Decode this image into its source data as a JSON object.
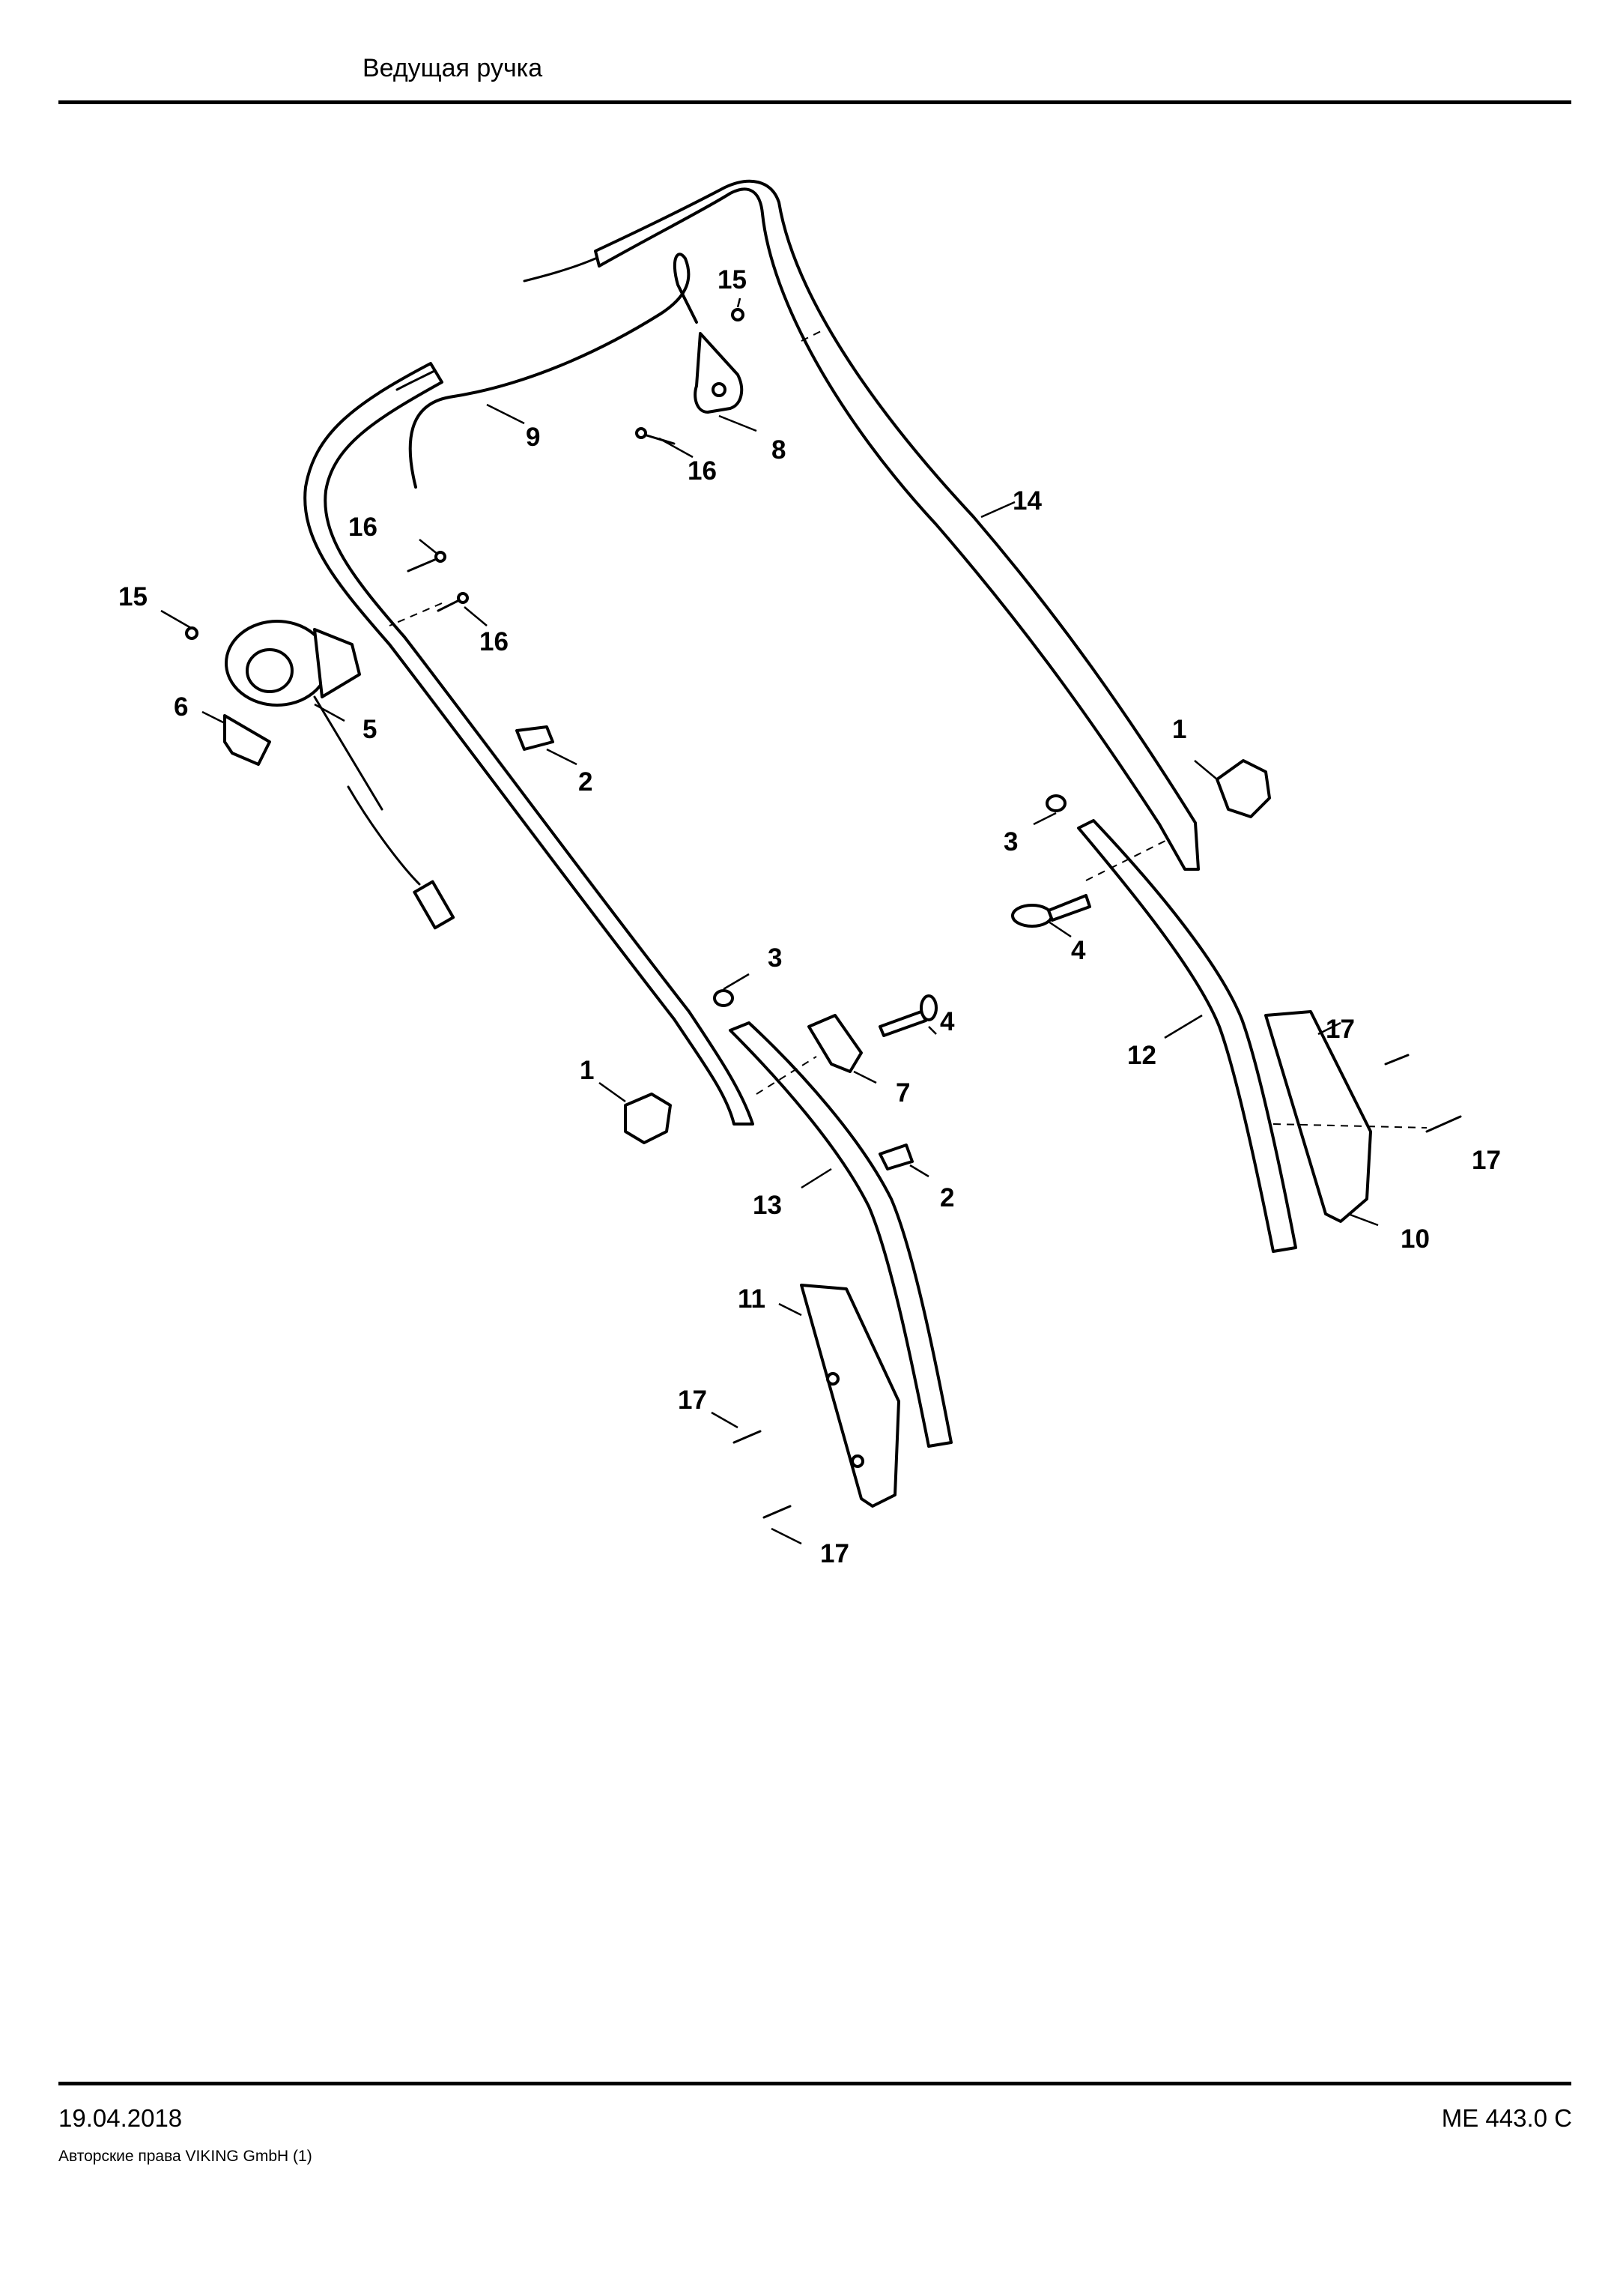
{
  "header": {
    "title": "Ведущая ручка"
  },
  "footer": {
    "date": "19.04.2018",
    "model": "ME 443.0 C",
    "copyright": "Авторские права VIKING GmbH  (1)"
  },
  "diagram": {
    "callouts": {
      "c15a": "15",
      "c16a": "16",
      "c8": "8",
      "c9": "9",
      "c14": "14",
      "c16b": "16",
      "c15b": "15",
      "c16c": "16",
      "c6": "6",
      "c5": "5",
      "c2a": "2",
      "c1a": "1",
      "c3a": "3",
      "c4a": "4",
      "c12": "12",
      "c17a": "17",
      "c17b": "17",
      "c10": "10",
      "c3b": "3",
      "c4b": "4",
      "c7": "7",
      "c1b": "1",
      "c13": "13",
      "c2b": "2",
      "c11": "11",
      "c17c": "17",
      "c17d": "17"
    }
  }
}
